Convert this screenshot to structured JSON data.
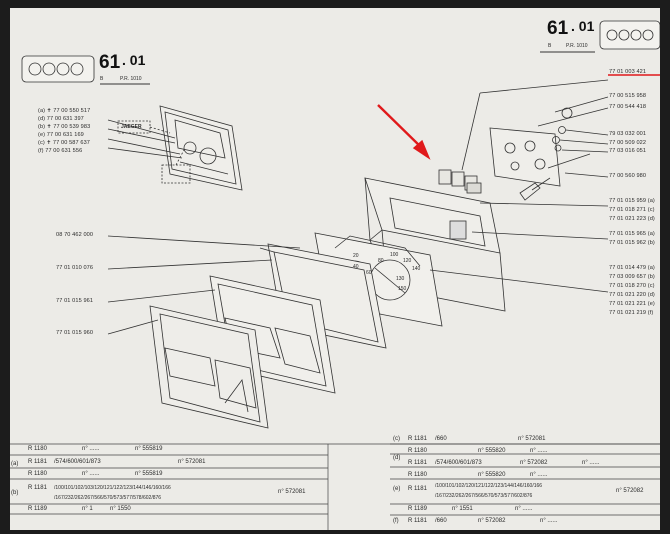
{
  "header": {
    "left_section": "61",
    "left_subsection": ". 01",
    "left_sub_b": "B",
    "left_ref": "P.R. 1010",
    "right_section": "61",
    "right_subsection": ". 01",
    "right_sub_b": "B",
    "right_ref": "P.R. 1010"
  },
  "jaeger_label": "JAEGER",
  "left_parts": [
    "(a) ✝ 77 00 550 517",
    "(d)    77 00 631 397",
    "(b) ✝ 77 00 539 983",
    "(e)    77 00 631 169",
    "(c) ✝ 77 00 587 637",
    "(f)    77 00 631 556"
  ],
  "mid_parts": [
    "08 70 462 000",
    "77 01 010 076",
    "77 01 015 961",
    "77 01 015 960"
  ],
  "right_parts": {
    "highlighted": "77 01 003 421",
    "list1": [
      "77 00 515 958",
      "77 00 544 418"
    ],
    "group_a": [
      "79 03 032 001",
      "77 00 509 022",
      "77 03 016 051"
    ],
    "single": "77 00 560 980",
    "group_b": [
      "77 01 015 959 (a)",
      "77 01 018 271 (c)",
      "77 01 021 223 (d)"
    ],
    "group_c": [
      "77 01 015 965 (a)",
      "77 01 015 962 (b)"
    ],
    "group_d": [
      "77 01 014 479 (a)",
      "77 03 009 657 (b)",
      "77 01 018 270 (c)",
      "77 01 021 220 (d)",
      "77 01 021 221 (e)",
      "77 01 021 219 (f)"
    ]
  },
  "dial_numbers": [
    "20",
    "40",
    "60",
    "80",
    "100",
    "120",
    "140",
    "130",
    "150"
  ],
  "annotation": {
    "arrow_color": "#e0191b",
    "underline_color": "#e0191b"
  },
  "table_left": {
    "row_a_label": "(a)",
    "row_a1": {
      "model": "R 1180",
      "pre": "n° ......",
      "num": "n° 555819"
    },
    "row_a2": {
      "model": "R 1181",
      "codes": "/574/600/601/873",
      "num": "n° 572081"
    },
    "row_b_label": "(b)",
    "row_b1": {
      "model": "R 1180",
      "pre": "n° ......",
      "num": "n° 555819"
    },
    "row_b2": {
      "model": "R 1181",
      "codes": "/100/101/102/103/120/121/122/123/144/146/160/166",
      "num": "n° 572081"
    },
    "row_b3": {
      "codes": "/167/232/262/267/566/570/573/577/578/602/876"
    },
    "row_b4": {
      "model": "R 1189",
      "num": "n° 1",
      "end": "n° 1550"
    }
  },
  "table_right": {
    "row_c": {
      "label": "(c)",
      "model": "R 1181",
      "codes": "/660",
      "num": "n° 572081"
    },
    "row_d_label": "(d)",
    "row_d1": {
      "model": "R 1180",
      "num": "n° 555820",
      "end": "n° ......"
    },
    "row_d2": {
      "model": "R 1181",
      "codes": "/574/600/601/873",
      "num": "n° 572082",
      "end": "n° ......"
    },
    "row_e_label": "(e)",
    "row_e1": {
      "model": "R 1180",
      "num": "n° 555820",
      "end": "n° ......"
    },
    "row_e2": {
      "model": "R 1181",
      "codes": "/100/101/102/120/121/122/123/144/146/160/166",
      "num": "n° 572082"
    },
    "row_e3": {
      "codes": "/167/232/262/267/566/570/573/577/602/876"
    },
    "row_e4": {
      "model": "R 1189",
      "num": "n° 1551",
      "end": "n° ......"
    },
    "row_f": {
      "label": "(f)",
      "model": "R 1181",
      "codes": "/660",
      "num": "n° 572082",
      "end": "n° ......"
    }
  }
}
